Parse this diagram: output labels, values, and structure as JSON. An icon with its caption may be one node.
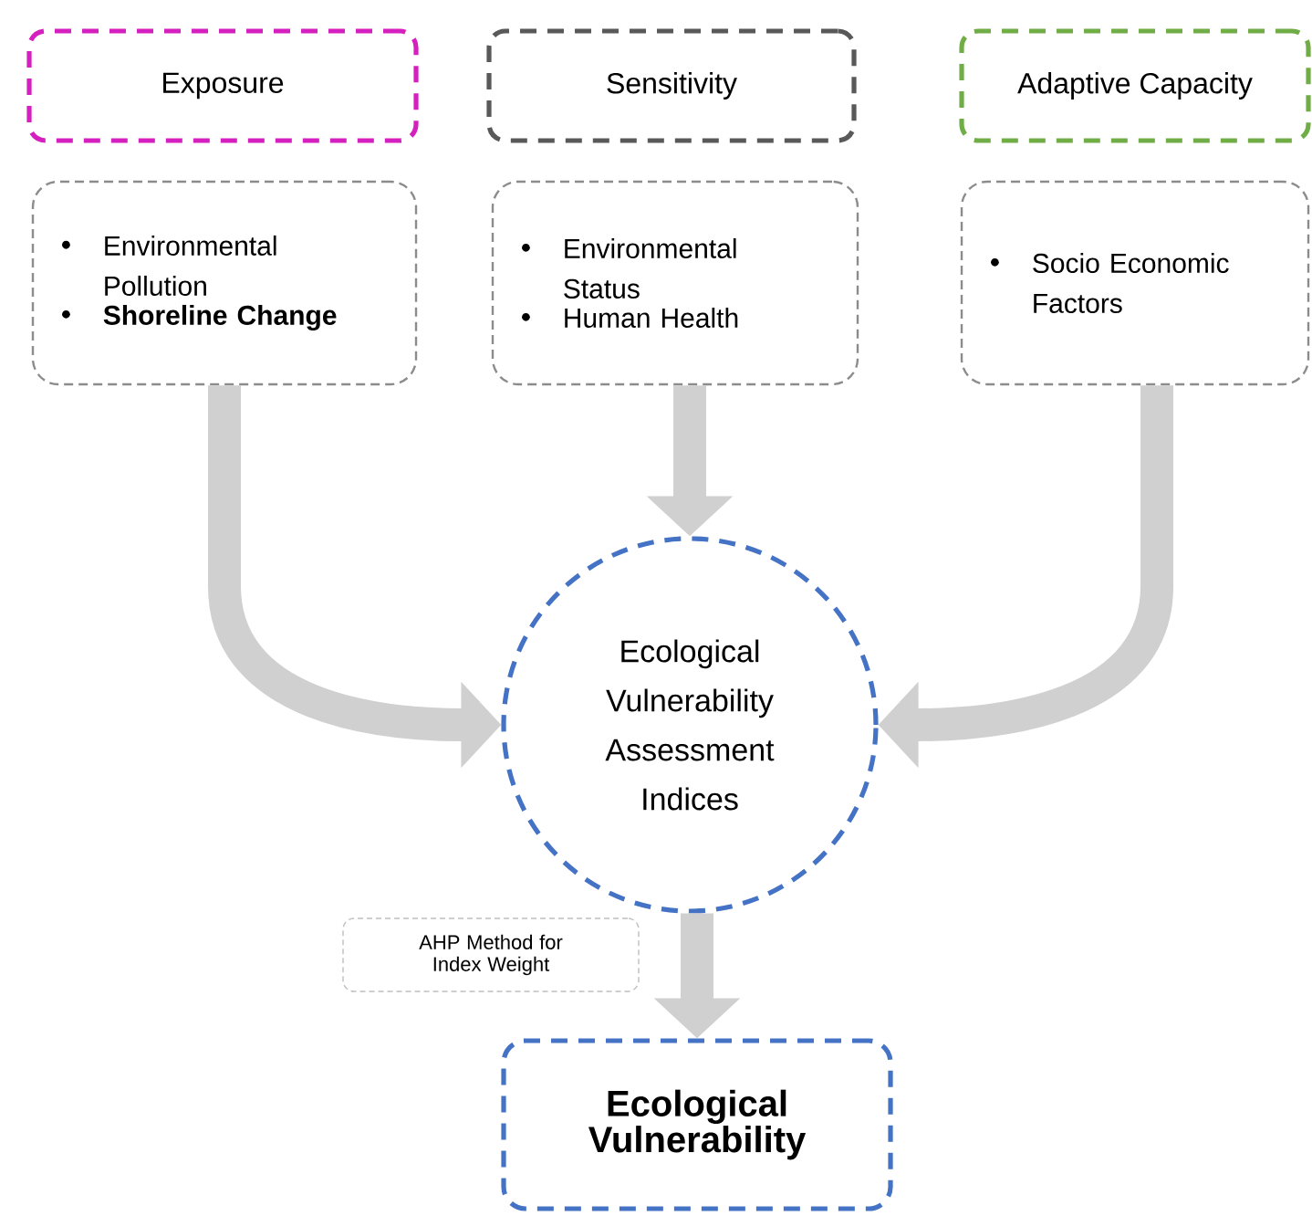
{
  "diagram": {
    "nodes": [
      {
        "text": [
          "Exposure"
        ]
      },
      {
        "text": [
          "Sensitivity"
        ]
      },
      {
        "text": [
          "Adaptive Capacity"
        ]
      },
      {
        "text": [
          "Environmental Pollution",
          "**Shoreline Change**"
        ]
      },
      {
        "text": [
          "Environmental Status",
          "Human Health"
        ]
      },
      {
        "text": [
          "Socio Economic Factors"
        ]
      },
      {
        "text": [
          "Ecological Vulnerability Assessment Indices"
        ]
      },
      {
        "text": [
          "AHP Method for Index Weight"
        ]
      },
      {
        "text": [
          "Ecological Vulnerability"
        ]
      }
    ],
    "edges": [
      {
        "from": 3,
        "to": 6,
        "arrow": "to"
      },
      {
        "from": 4,
        "to": 6,
        "arrow": "to"
      },
      {
        "from": 5,
        "to": 6,
        "arrow": "to"
      },
      {
        "from": 6,
        "to": 8,
        "arrow": "to"
      }
    ]
  }
}
